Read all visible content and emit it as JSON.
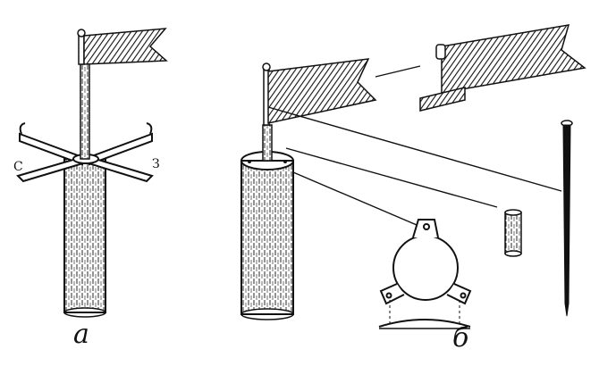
{
  "labels": {
    "panel_a": "а",
    "panel_b": "б",
    "direction_north": "С",
    "direction_east": "З"
  },
  "colors": {
    "ink": "#111111",
    "paper": "#ffffff"
  }
}
